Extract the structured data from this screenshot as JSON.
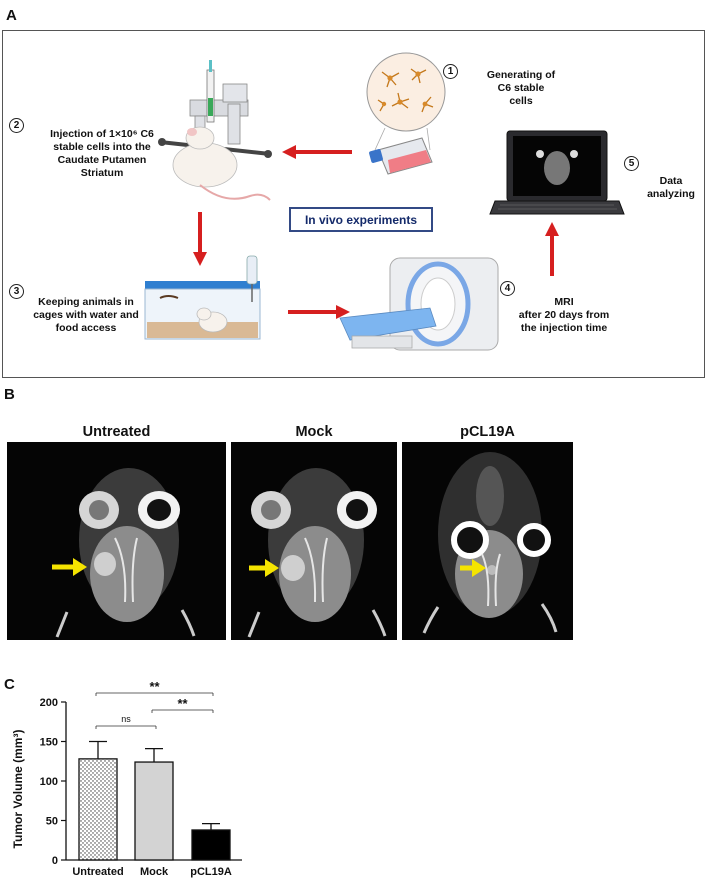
{
  "panel_a": {
    "letter": "A",
    "center_label": "In vivo experiments",
    "steps": [
      {
        "num": "1",
        "text": [
          "Generating of",
          "C6 stable",
          "cells"
        ]
      },
      {
        "num": "2",
        "text": [
          "Injection of 1×10⁶ C6",
          "stable cells into the",
          "Caudate Putamen",
          "Striatum"
        ]
      },
      {
        "num": "3",
        "text": [
          "Keeping animals in",
          "cages with water and",
          "food access"
        ]
      },
      {
        "num": "4",
        "text": [
          "MRI",
          "after 20 days from",
          "the injection time"
        ]
      },
      {
        "num": "5",
        "text": [
          "Data",
          "analyzing"
        ]
      }
    ],
    "arrow_color": "#d61f1f"
  },
  "panel_b": {
    "letter": "B",
    "titles": [
      "Untreated",
      "Mock",
      "pCL19A"
    ],
    "arrow_color": "#f5e400"
  },
  "panel_c": {
    "letter": "C",
    "chart_data": {
      "type": "bar",
      "categories": [
        "Untreated",
        "Mock",
        "pCL19A"
      ],
      "values": [
        128,
        124,
        38
      ],
      "errors": [
        22,
        17,
        8
      ],
      "ylabel": "Tumor Volume (mm³)",
      "ylim": [
        0,
        200
      ],
      "yticks": [
        "0",
        "50",
        "100",
        "150",
        "200"
      ],
      "bar_styles": [
        "dotted",
        "light-gray",
        "black"
      ],
      "significance": [
        {
          "from": 0,
          "to": 1,
          "label": "ns"
        },
        {
          "from": 1,
          "to": 2,
          "label": "**"
        },
        {
          "from": 0,
          "to": 2,
          "label": "**"
        }
      ]
    }
  }
}
